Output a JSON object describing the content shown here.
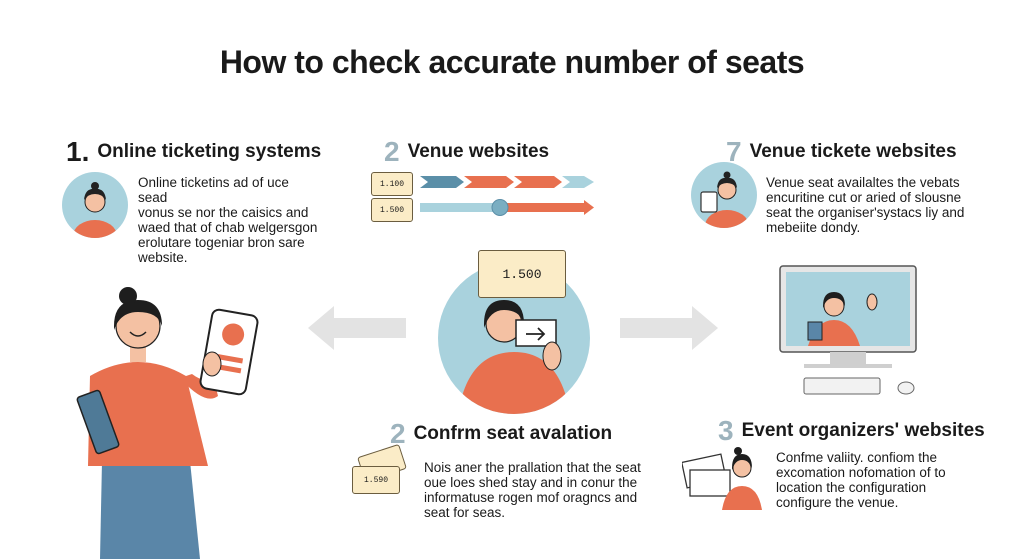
{
  "title": "How to check accurate number of seats",
  "colors": {
    "accent": "#e8704f",
    "teal": "#a9d2dd",
    "ticket": "#fbecc7",
    "arrow_gray": "#e3e3e3",
    "num_gray": "#9db3bd",
    "ink": "#1a1a1a"
  },
  "step1": {
    "number": "1.",
    "heading": "Online ticketing systems",
    "lines": [
      "Online ticketins ad of uce sead",
      "vonus se nor the caisics and",
      "waed that of chab welgersgon",
      "erolutare togeniar bron sare",
      "website."
    ]
  },
  "step2": {
    "number": "2",
    "heading": "Venue websites",
    "ticket_a": "1.100",
    "ticket_b": "1.500"
  },
  "step3": {
    "number": "7",
    "heading": "Venue tickete websites",
    "lines": [
      "Venue seat availaltes the vebats",
      "encuritine cut or aried of slousne",
      "seat the organiser'systacs liy and",
      "mebeiite dondy."
    ]
  },
  "center": {
    "ticket_label": "1.500"
  },
  "step4": {
    "number": "2",
    "heading": "Confrm seat avalation",
    "ticket_label": "1.590",
    "lines": [
      "Nois aner the prallation that the seat",
      "oue loes shed stay and in conur the",
      "informatuse rogen  mof oragncs and",
      "seat for seas."
    ]
  },
  "step5": {
    "number": "3",
    "heading": "Event organizers' websites",
    "lines": [
      "Confme valiity. confiom the",
      "excomation nofomation of to",
      "location the configuration",
      "configure the venue."
    ]
  }
}
